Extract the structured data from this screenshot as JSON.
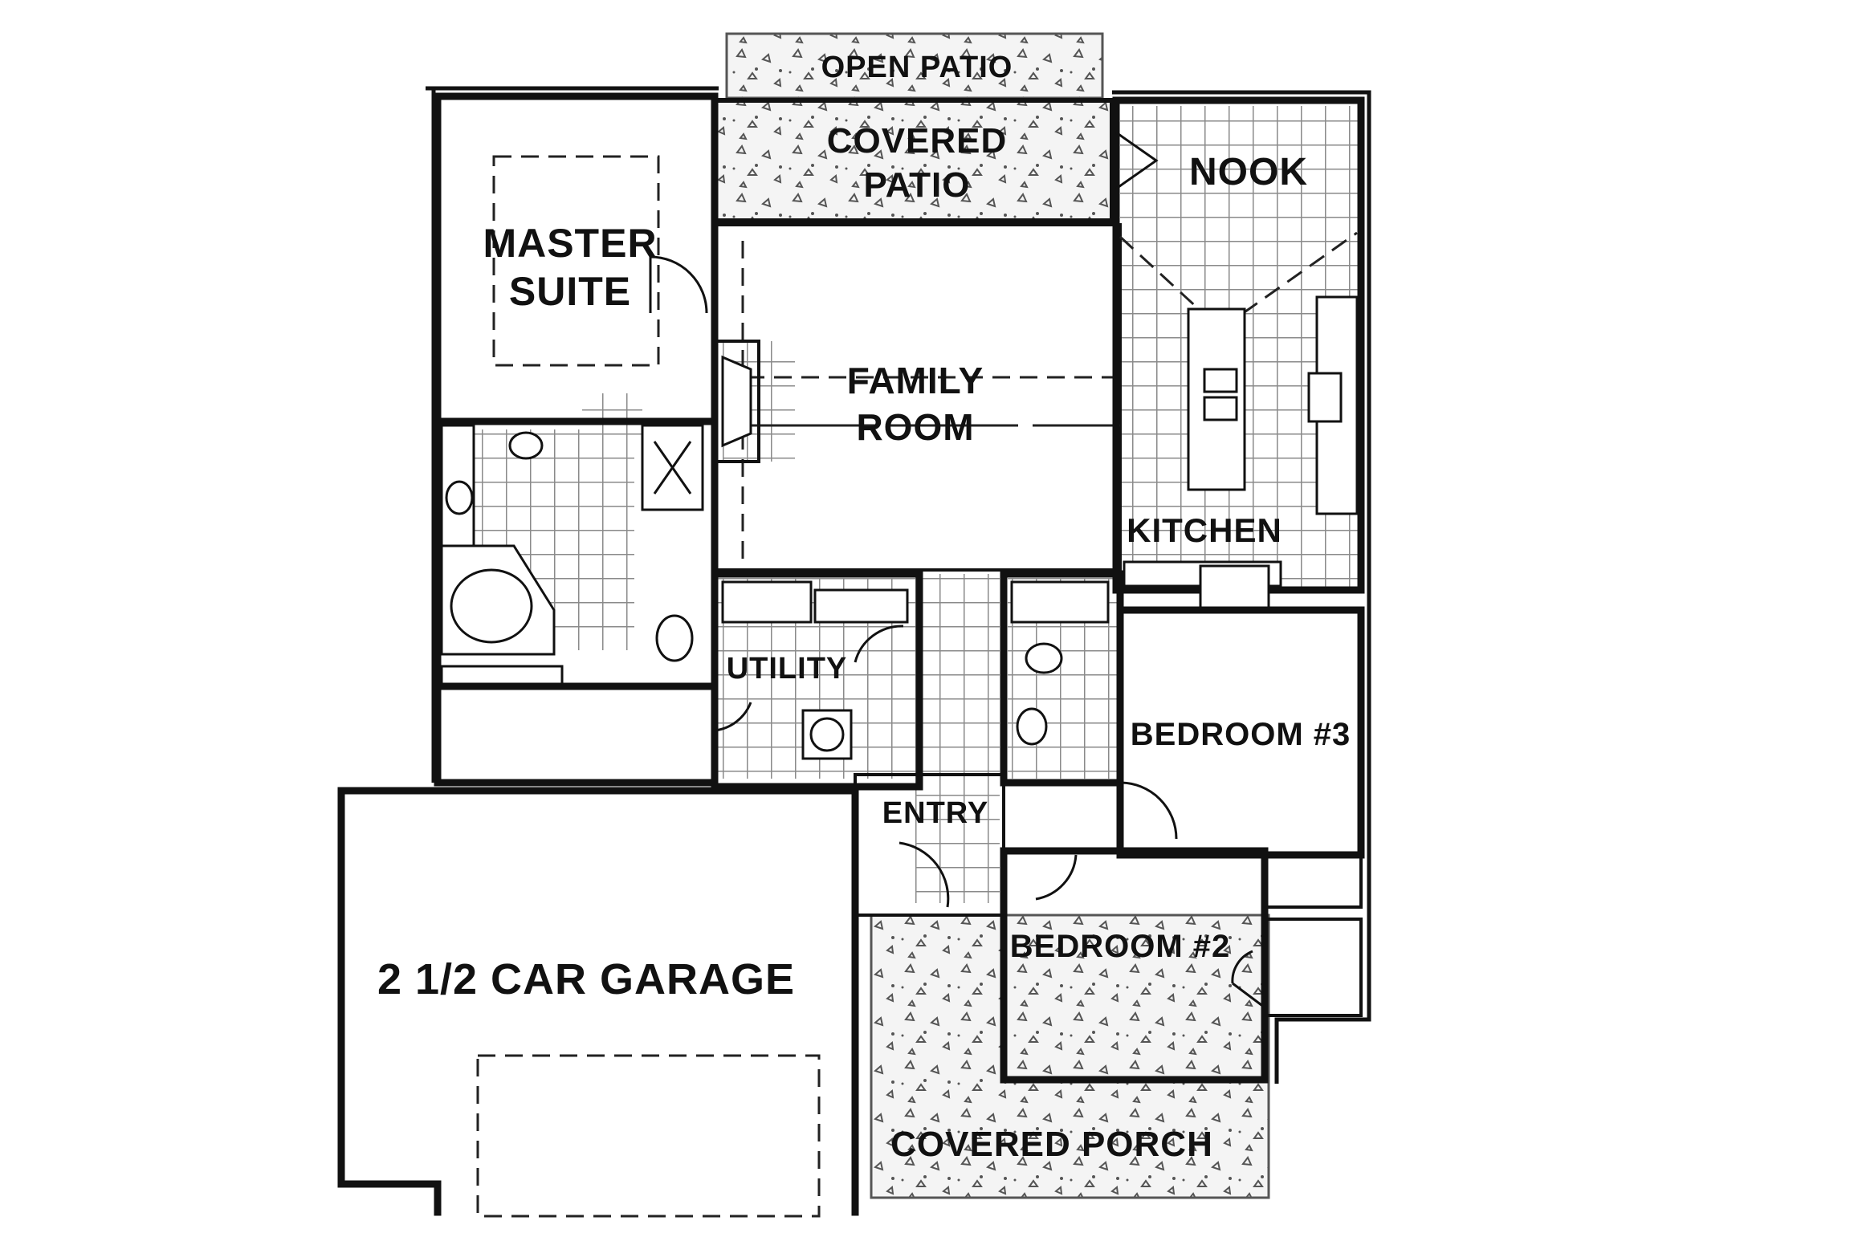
{
  "rooms": {
    "open_patio": "OPEN PATIO",
    "covered_patio_line1": "COVERED",
    "covered_patio_line2": "PATIO",
    "nook": "NOOK",
    "master_suite_line1": "MASTER",
    "master_suite_line2": "SUITE",
    "family_room_line1": "FAMILY",
    "family_room_line2": "ROOM",
    "kitchen": "KITCHEN",
    "utility": "UTILITY",
    "bedroom_3": "BEDROOM #3",
    "entry": "ENTRY",
    "bedroom_2": "BEDROOM #2",
    "garage": "2 1/2 CAR GARAGE",
    "covered_porch": "COVERED PORCH"
  },
  "colors": {
    "line": "#111111",
    "background": "#ffffff",
    "tile": "#9a9a9a",
    "patio_fill": "#f3f3f3"
  }
}
